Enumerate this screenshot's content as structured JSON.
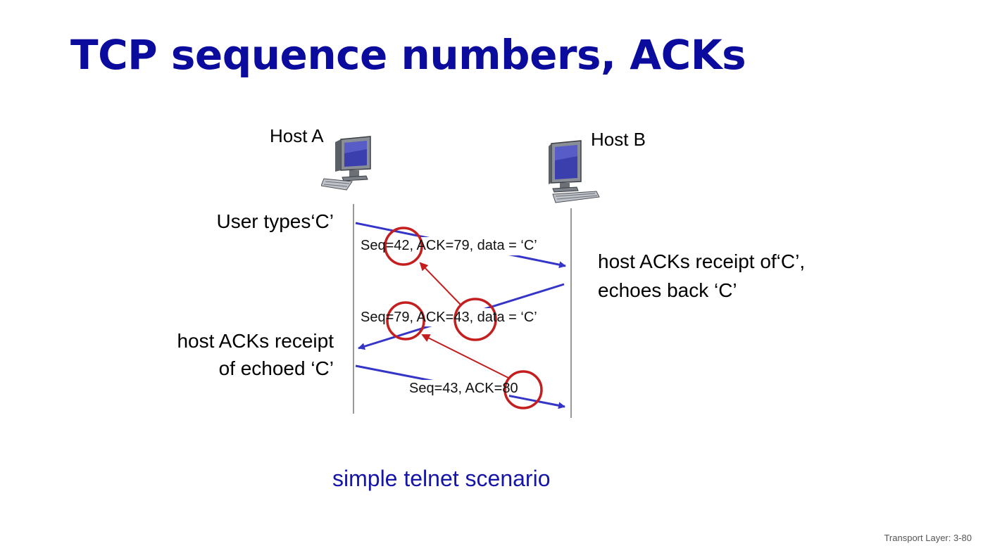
{
  "title": "TCP sequence numbers, ACKs",
  "hosts": {
    "a": {
      "label": "Host A",
      "icon": "computer-icon"
    },
    "b": {
      "label": "Host B",
      "icon": "computer-icon"
    }
  },
  "events": {
    "user_types": "User types‘C’",
    "host_b_ack_line1": "host ACKs receipt of‘C’,",
    "host_b_ack_line2": "echoes back ‘C’",
    "host_a_ack_line1": "host ACKs receipt",
    "host_a_ack_line2": "of echoed ‘C’"
  },
  "messages": [
    {
      "label": "Seq=42, ACK=79, data = ‘C’",
      "direction": "A-to-B"
    },
    {
      "label": "Seq=79, ACK=43, data = ‘C’",
      "direction": "B-to-A"
    },
    {
      "label": "Seq=43, ACK=80",
      "direction": "A-to-B"
    }
  ],
  "caption": "simple telnet scenario",
  "footer": "Transport Layer: 3-80",
  "colors": {
    "title": "#0b0b9e",
    "arrow": "#3535c8",
    "highlight": "#c41e1e",
    "caption": "#1515a8"
  }
}
